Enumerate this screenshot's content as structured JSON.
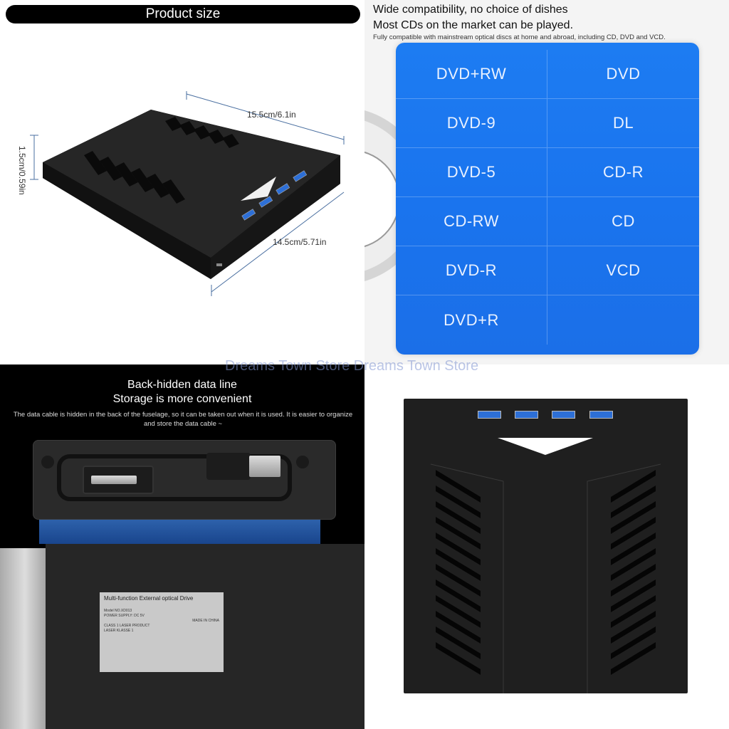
{
  "product_size": {
    "title": "Product size",
    "length": "15.5cm/6.1in",
    "width": "14.5cm/5.71in",
    "height": "1.5cm/0.59in"
  },
  "compatibility": {
    "heading1": "Wide compatibility, no choice of dishes",
    "heading2": "Most CDs on the market can be played.",
    "subtext": "Fully compatible with mainstream optical discs at home and abroad, including CD, DVD and VCD.",
    "formats": [
      [
        "DVD+RW",
        "DVD"
      ],
      [
        "DVD-9",
        "DL"
      ],
      [
        "DVD-5",
        "CD-R"
      ],
      [
        "CD-RW",
        "CD"
      ],
      [
        "DVD-R",
        "VCD"
      ],
      [
        "DVD+R",
        ""
      ]
    ]
  },
  "watermark": "Dreams Town Store Dreams Town Store",
  "data_line": {
    "title1": "Back-hidden data line",
    "title2": "Storage is more convenient",
    "description": "The data cable is hidden in the back of the fuselage, so it can be taken out when it is used. It is easier to organize and store the data cable ~",
    "label_title": "Multi-function External optical Drive",
    "label_model": "Model NO.XD013",
    "label_power": "POWER SUPPLY: DC 5V",
    "label_made": "MADE IN CHINA",
    "label_class": "CLASS 1 LASER PRODUCT",
    "label_laser": "LASER KLASSE 1"
  },
  "colors": {
    "panel_blue": "#1b74ee",
    "usb_blue": "#2d6fd6"
  }
}
